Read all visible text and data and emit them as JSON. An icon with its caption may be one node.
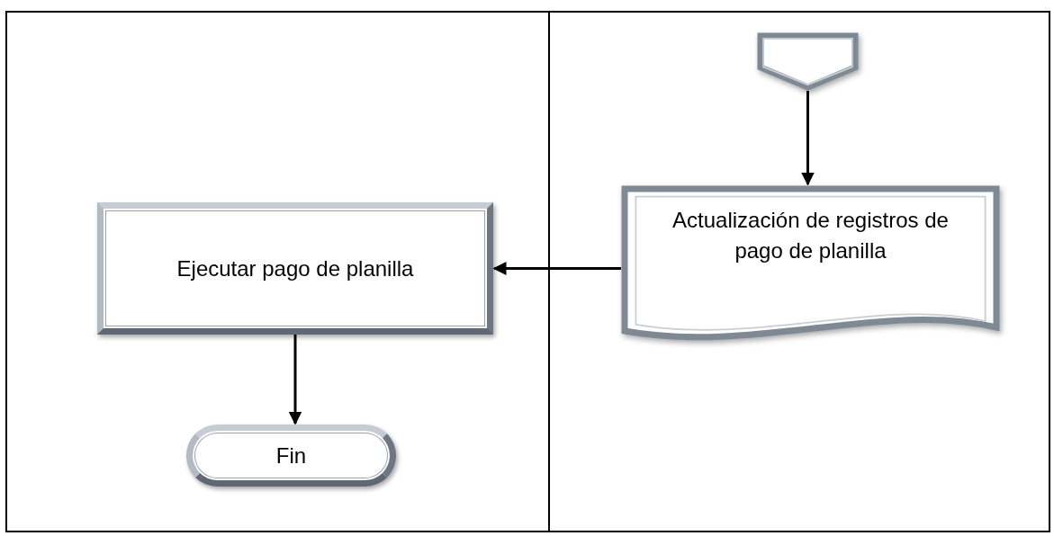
{
  "diagram": {
    "nodes": [
      {
        "text": [],
        "shape": "pentagon"
      },
      {
        "text": [
          "Actualización de registros de pago de planilla"
        ]
      },
      {
        "text": [
          "Ejecutar pago de planilla"
        ]
      },
      {
        "text": [
          "Fin"
        ]
      }
    ],
    "edges": [
      {
        "from": 0,
        "to": 1,
        "arrow": "to"
      },
      {
        "from": 1,
        "to": 2,
        "arrow": "to"
      },
      {
        "from": 2,
        "to": 3,
        "arrow": "to"
      }
    ]
  }
}
